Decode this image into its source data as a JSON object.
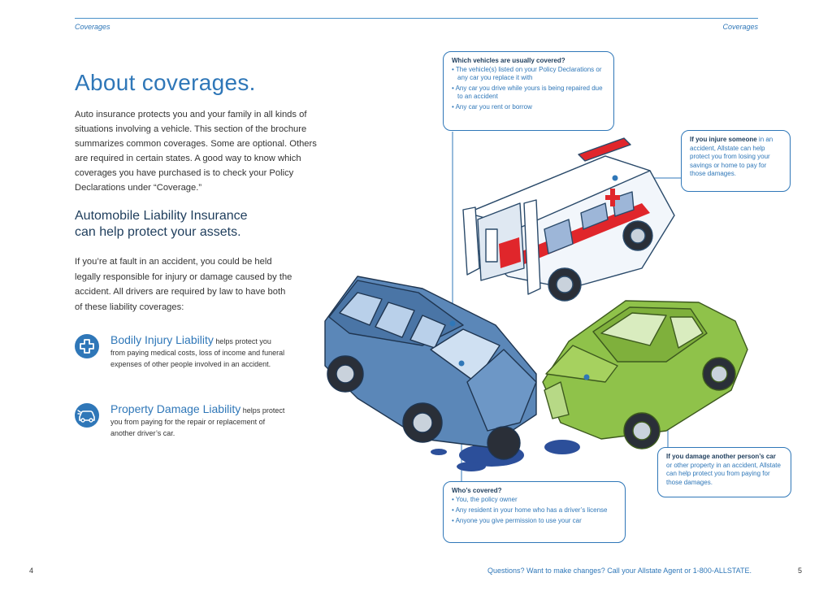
{
  "header": {
    "left": "Coverages",
    "right": "Coverages"
  },
  "title": "About coverages.",
  "intro": "Auto insurance protects you and your family in all kinds of situations involving a vehicle. This section of the brochure summarizes common coverages. Some are optional. Others are required in certain states. A good way to know which coverages you have purchased is to check your Policy Declarations under “Coverage.”",
  "subhead": {
    "line1": "Automobile Liability Insurance",
    "line2": "can help protect your assets."
  },
  "body": "If you’re at fault in an accident, you could be held legally responsible for injury or damage caused by the accident. All drivers are required by law to have both of these liability coverages:",
  "coverages": [
    {
      "title": "Bodily Injury Liability",
      "text_lead": " helps protect",
      "text": "you from paying medical costs, loss of income and funeral expenses of other people involved in an accident.",
      "icon": "medical-cross-icon"
    },
    {
      "title": "Property Damage Liability",
      "text_lead": " helps",
      "text": "protect you from paying for the repair or replacement of another driver’s car.",
      "icon": "damaged-car-icon"
    }
  ],
  "callouts": {
    "vehicles": {
      "heading": "Which vehicles are usually covered?",
      "items": [
        "• The vehicle(s) listed on your Policy Declarations or any car you replace it with",
        "• Any car you drive while yours is being repaired due to an accident",
        "• Any car you rent or borrow"
      ]
    },
    "injure": {
      "bold": "If you injure someone",
      "text": " in an accident, Allstate can help protect you from losing your savings or home to pay for those damages."
    },
    "damage": {
      "bold": "If you damage another person’s car",
      "text": " or other property in an accident, Allstate can help protect you from paying for those damages."
    },
    "who": {
      "heading": "Who’s covered?",
      "items": [
        "• You, the policy owner",
        "• Any resident in your home who has a driver’s license",
        "• Anyone you give permission to use your car"
      ]
    }
  },
  "footer": {
    "page_left": "4",
    "page_right": "5",
    "text": "Questions? Want to make changes? Call your Allstate Agent or 1-800-ALLSTATE."
  },
  "colors": {
    "accent": "#2f77b8",
    "dark": "#1e3d5c",
    "blue_car": "#5b87b8",
    "green_car": "#8fc24a",
    "siren": "#e0262b"
  }
}
